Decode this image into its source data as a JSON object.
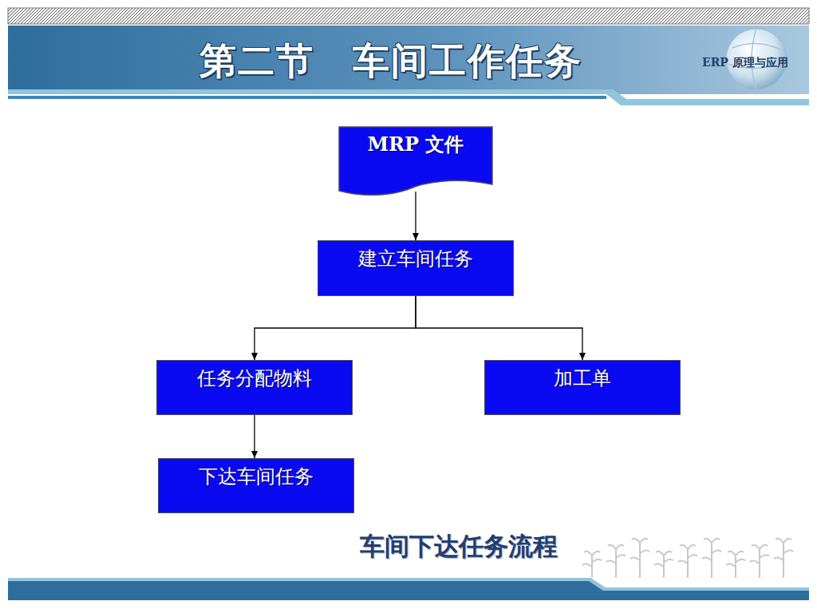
{
  "diagram": {
    "title": "第二节　车间工作任务",
    "caption": "车间下达任务流程",
    "nodes": [
      {
        "text": [
          "MRP 文件"
        ]
      },
      {
        "text": [
          "建立车间任务"
        ]
      },
      {
        "text": [
          "任务分配物料"
        ]
      },
      {
        "text": [
          "加工单"
        ]
      },
      {
        "text": [
          "下达车间任务"
        ]
      }
    ],
    "edges": [
      {
        "from": 0,
        "to": 1,
        "arrow": "to"
      },
      {
        "from": 1,
        "to": 2,
        "arrow": "to"
      },
      {
        "from": 1,
        "to": 3,
        "arrow": "to"
      },
      {
        "from": 2,
        "to": 4,
        "arrow": "to"
      }
    ],
    "labels": [
      "ERP 原理与应用"
    ]
  }
}
